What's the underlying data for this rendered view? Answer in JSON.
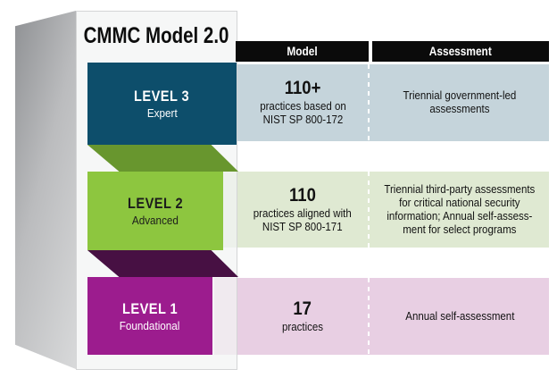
{
  "title": "CMMC Model 2.0",
  "table": {
    "headers": {
      "model": "Model",
      "assessment": "Assessment"
    },
    "header_bg": "#0b0b0b"
  },
  "chevrons": {
    "level3_to_level2_color": "#68962e",
    "level2_to_level1_color": "#471043"
  },
  "levels": [
    {
      "label": "LEVEL 3",
      "tier": "Expert",
      "box_color": "#0d4e6b",
      "text_color": "#ffffff",
      "row_color": "#c5d4db",
      "model_stat": "110+",
      "model_lines": [
        "practices based on",
        "NIST SP 800-172"
      ],
      "assessment_lines": [
        "Triennial government-led",
        "assessments"
      ]
    },
    {
      "label": "LEVEL 2",
      "tier": "Advanced",
      "box_color": "#8dc63f",
      "text_color": "#1c1c1c",
      "row_color": "#dfe9d2",
      "model_stat": "110",
      "model_lines": [
        "practices aligned with",
        "NIST SP 800-171"
      ],
      "assessment_lines": [
        "Triennial third-party assessments",
        "for critical national security",
        "information; Annual self-assess-",
        "ment for select programs"
      ]
    },
    {
      "label": "LEVEL 1",
      "tier": "Foundational",
      "box_color": "#9c1c8e",
      "text_color": "#ffffff",
      "row_color": "#e8cfe3",
      "model_stat": "17",
      "model_lines": [
        "practices"
      ],
      "assessment_lines": [
        "Annual self-assessment"
      ]
    }
  ]
}
